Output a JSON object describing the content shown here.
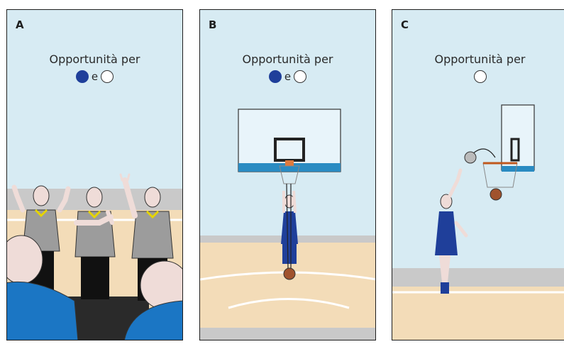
{
  "panels": [
    {
      "letter": "A",
      "caption": "Opportunità per",
      "conjunction": "e",
      "teams": [
        "blue",
        "white"
      ]
    },
    {
      "letter": "B",
      "caption": "Opportunità per",
      "conjunction": "e",
      "teams": [
        "blue",
        "white"
      ]
    },
    {
      "letter": "C",
      "caption": "Opportunità per",
      "conjunction": "",
      "teams": [
        "white"
      ]
    }
  ],
  "colors": {
    "team_blue": "#1f3f9a",
    "team_white": "#ffffff",
    "sky": "#d7ebf3",
    "floor": "#f3dcb8",
    "jersey_blue": "#1b76c4",
    "ball": "#a0522d"
  }
}
